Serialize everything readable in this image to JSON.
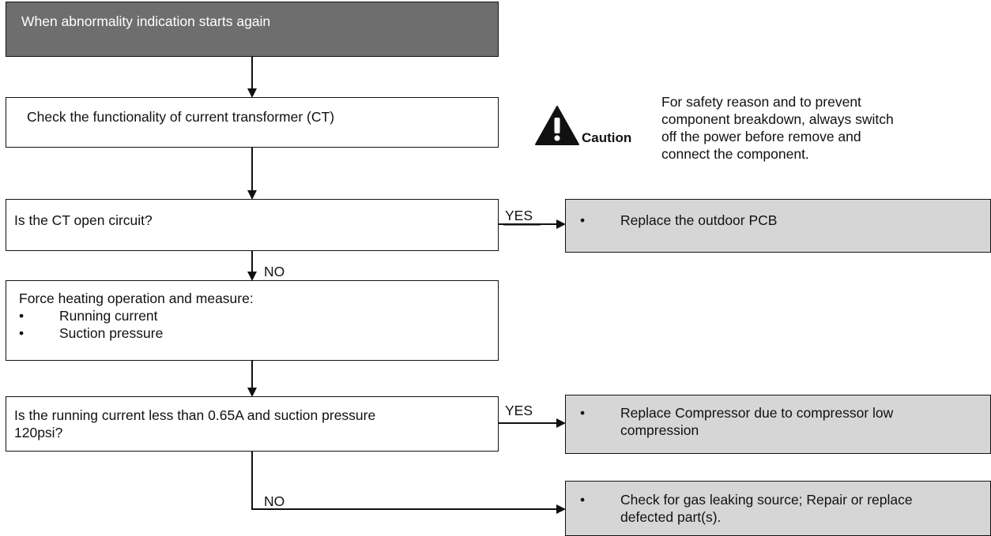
{
  "flow": {
    "start": "When abnormality indication starts again",
    "check_ct": "Check the functionality of current transformer (CT)",
    "q_ct_open": "Is the CT open circuit?",
    "force_heating": {
      "title": "Force heating operation and measure:",
      "items": [
        "Running current",
        "Suction pressure"
      ]
    },
    "q_current": {
      "line1": "Is the running current less than 0.65A and suction pressure",
      "line2": "120psi?"
    },
    "result_replace_pcb": "Replace the outdoor PCB",
    "result_replace_compressor": {
      "line1": "Replace Compressor due to compressor low",
      "line2": "compression"
    },
    "result_gas_leak": {
      "line1": "Check for gas leaking source; Repair or replace",
      "line2": "defected part(s)."
    },
    "bullet": "•",
    "labels": {
      "yes": "YES",
      "no": "NO"
    }
  },
  "caution": {
    "label": "Caution",
    "icon": "warning-triangle-icon",
    "lines": [
      "For safety reason and to prevent",
      "component breakdown, always switch",
      "off the power before remove and",
      "connect the component."
    ]
  },
  "colors": {
    "start_fill": "#6e6e6e",
    "result_fill": "#d6d6d6",
    "line": "#111111"
  }
}
